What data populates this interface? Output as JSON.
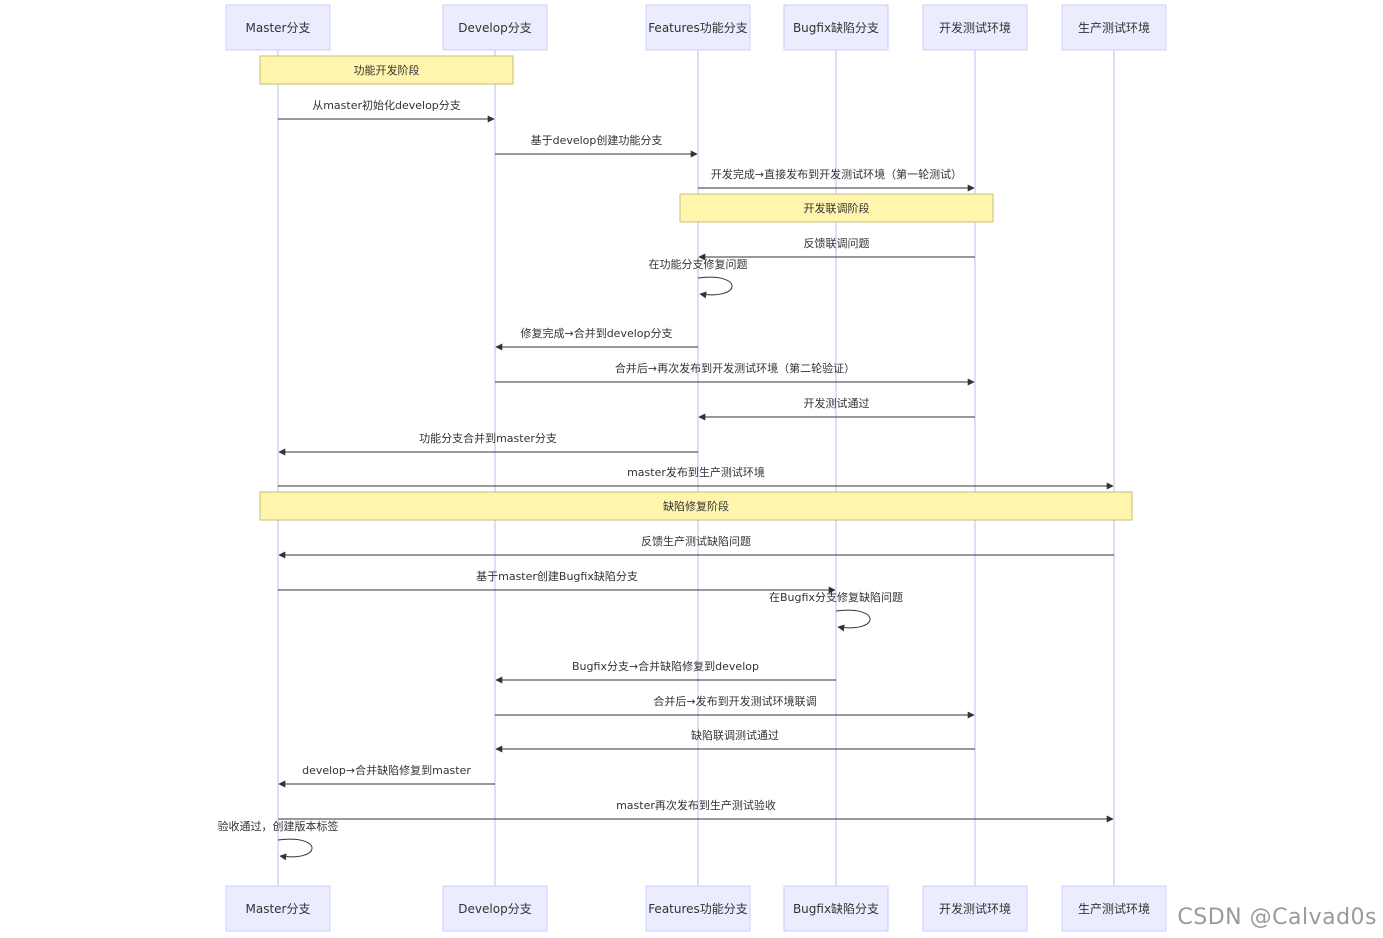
{
  "participants": [
    {
      "id": "master",
      "label": "Master分支"
    },
    {
      "id": "develop",
      "label": "Develop分支"
    },
    {
      "id": "features",
      "label": "Features功能分支"
    },
    {
      "id": "bugfix",
      "label": "Bugfix缺陷分支"
    },
    {
      "id": "devtest",
      "label": "开发测试环境"
    },
    {
      "id": "prodtest",
      "label": "生产测试环境"
    }
  ],
  "notes": [
    {
      "label": "功能开发阶段",
      "from": "master",
      "to": "develop"
    },
    {
      "label": "开发联调阶段",
      "from": "features",
      "to": "devtest"
    },
    {
      "label": "缺陷修复阶段",
      "from": "master",
      "to": "prodtest"
    }
  ],
  "messages": [
    {
      "from": "master",
      "to": "develop",
      "label": "从master初始化develop分支"
    },
    {
      "from": "develop",
      "to": "features",
      "label": "基于develop创建功能分支"
    },
    {
      "from": "features",
      "to": "devtest",
      "label": "开发完成→直接发布到开发测试环境（第一轮测试）"
    },
    {
      "from": "devtest",
      "to": "features",
      "label": "反馈联调问题"
    },
    {
      "from": "features",
      "to": "features",
      "label": "在功能分支修复问题"
    },
    {
      "from": "features",
      "to": "develop",
      "label": "修复完成→合并到develop分支"
    },
    {
      "from": "develop",
      "to": "devtest",
      "label": "合并后→再次发布到开发测试环境（第二轮验证）"
    },
    {
      "from": "devtest",
      "to": "features",
      "label": "开发测试通过"
    },
    {
      "from": "features",
      "to": "master",
      "label": "功能分支合并到master分支"
    },
    {
      "from": "master",
      "to": "prodtest",
      "label": "master发布到生产测试环境"
    },
    {
      "from": "prodtest",
      "to": "master",
      "label": "反馈生产测试缺陷问题"
    },
    {
      "from": "master",
      "to": "bugfix",
      "label": "基于master创建Bugfix缺陷分支"
    },
    {
      "from": "bugfix",
      "to": "bugfix",
      "label": "在Bugfix分支修复缺陷问题"
    },
    {
      "from": "bugfix",
      "to": "develop",
      "label": "Bugfix分支→合并缺陷修复到develop"
    },
    {
      "from": "develop",
      "to": "devtest",
      "label": "合并后→发布到开发测试环境联调"
    },
    {
      "from": "devtest",
      "to": "develop",
      "label": "缺陷联调测试通过"
    },
    {
      "from": "develop",
      "to": "master",
      "label": "develop→合并缺陷修复到master"
    },
    {
      "from": "master",
      "to": "prodtest",
      "label": "master再次发布到生产测试验收"
    },
    {
      "from": "master",
      "to": "master",
      "label": "验收通过，创建版本标签"
    }
  ],
  "watermark": "CSDN @Calvad0s",
  "colors": {
    "actor_fill": "#ECECFF",
    "actor_stroke": "#CCCCFF",
    "note_fill": "#FFF5AD",
    "note_stroke": "#C6BE7A",
    "line": "#333333"
  }
}
